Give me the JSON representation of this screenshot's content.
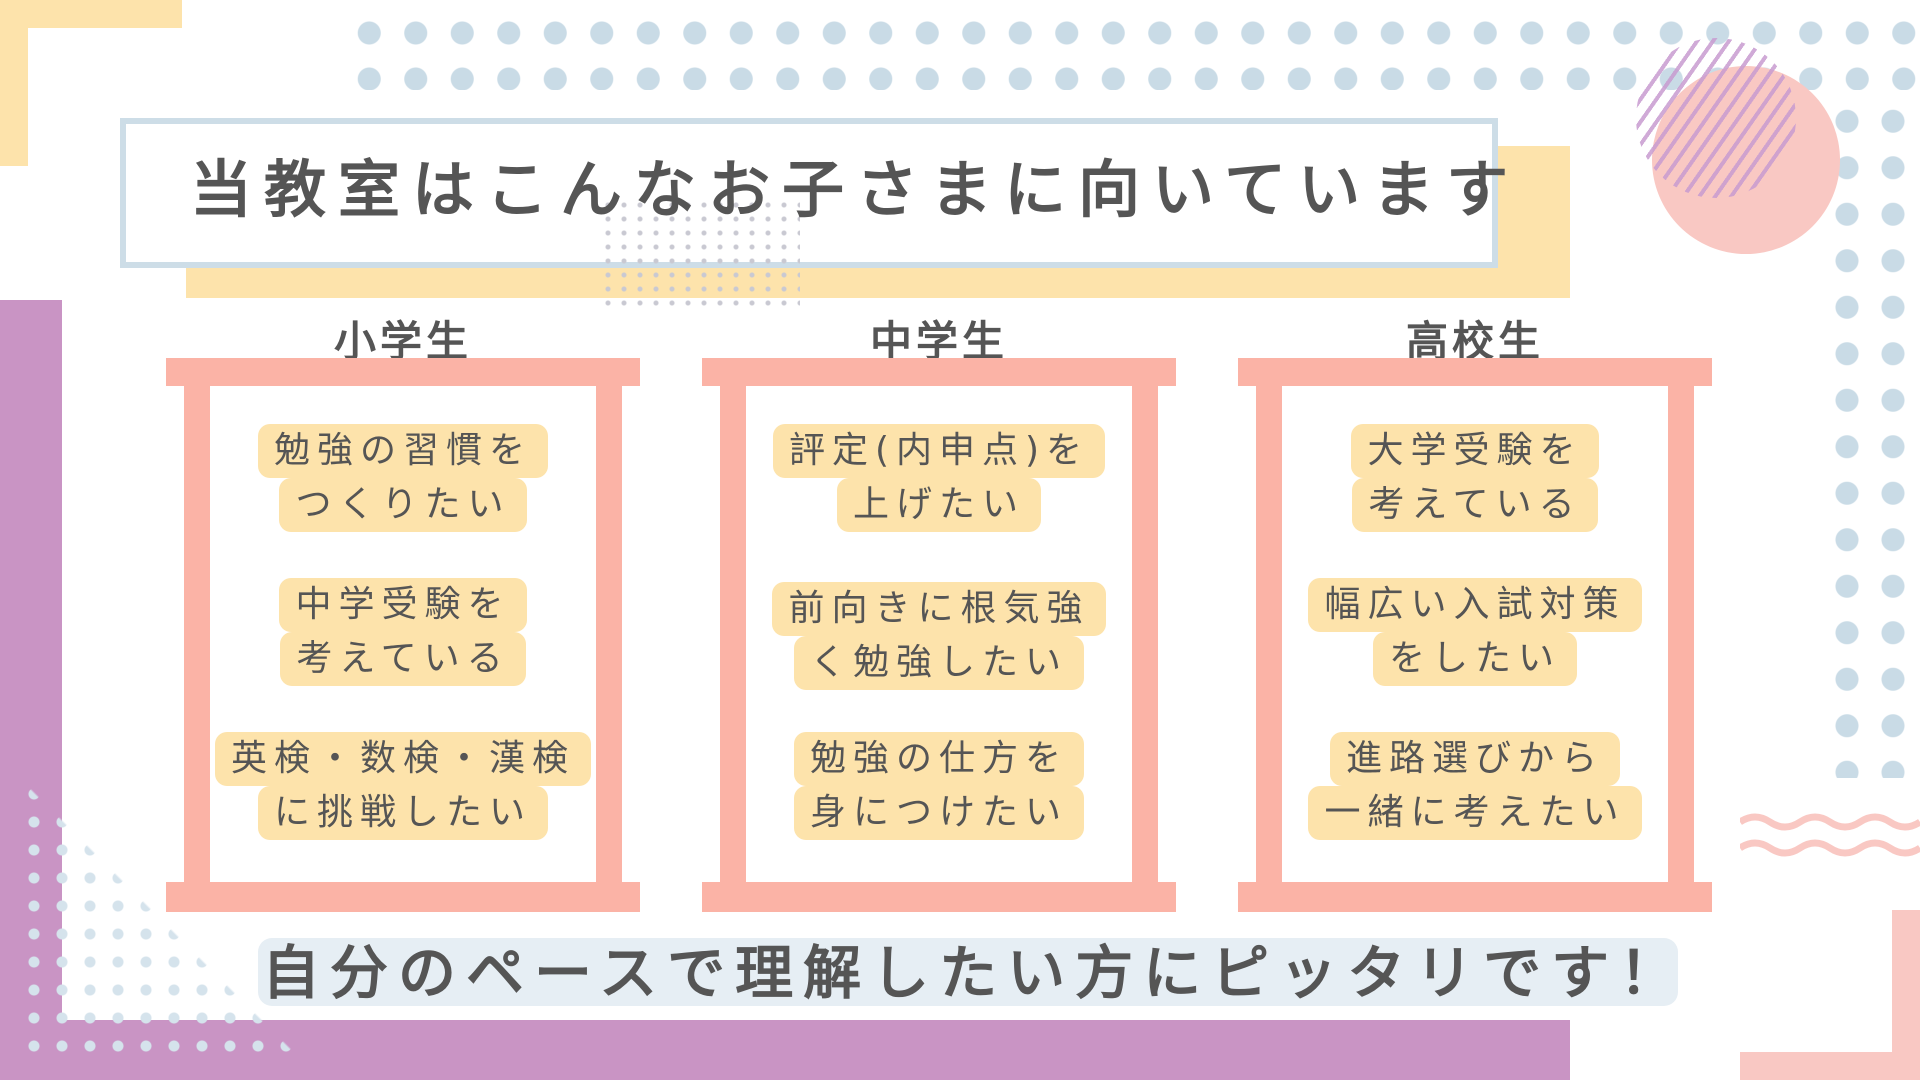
{
  "slide": {
    "title": "当教室はこんなお子さまに向いています",
    "banner": "自分のペースで理解したい方にピッタリです！"
  },
  "columns": [
    {
      "heading": "小学生",
      "items": [
        {
          "lines": [
            "勉強の習慣を",
            "つくりたい"
          ]
        },
        {
          "lines": [
            "中学受験を",
            "考えている"
          ]
        },
        {
          "lines": [
            "英検・数検・漢検",
            "に挑戦したい"
          ]
        }
      ]
    },
    {
      "heading": "中学生",
      "items": [
        {
          "lines": [
            "評定(内申点)を",
            "上げたい"
          ]
        },
        {
          "lines": [
            "前向きに根気強",
            "く勉強したい"
          ]
        },
        {
          "lines": [
            "勉強の仕方を",
            "身につけたい"
          ]
        }
      ]
    },
    {
      "heading": "高校生",
      "items": [
        {
          "lines": [
            "大学受験を",
            "考えている"
          ]
        },
        {
          "lines": [
            "幅広い入試対策",
            "をしたい"
          ]
        },
        {
          "lines": [
            "進路選びから",
            "一緒に考えたい"
          ]
        }
      ]
    }
  ],
  "colors": {
    "yellow": "#fde3ab",
    "pink": "#fbb3a6",
    "purple": "#c994c4",
    "blue_gray": "#cddde7",
    "text": "#555555"
  }
}
